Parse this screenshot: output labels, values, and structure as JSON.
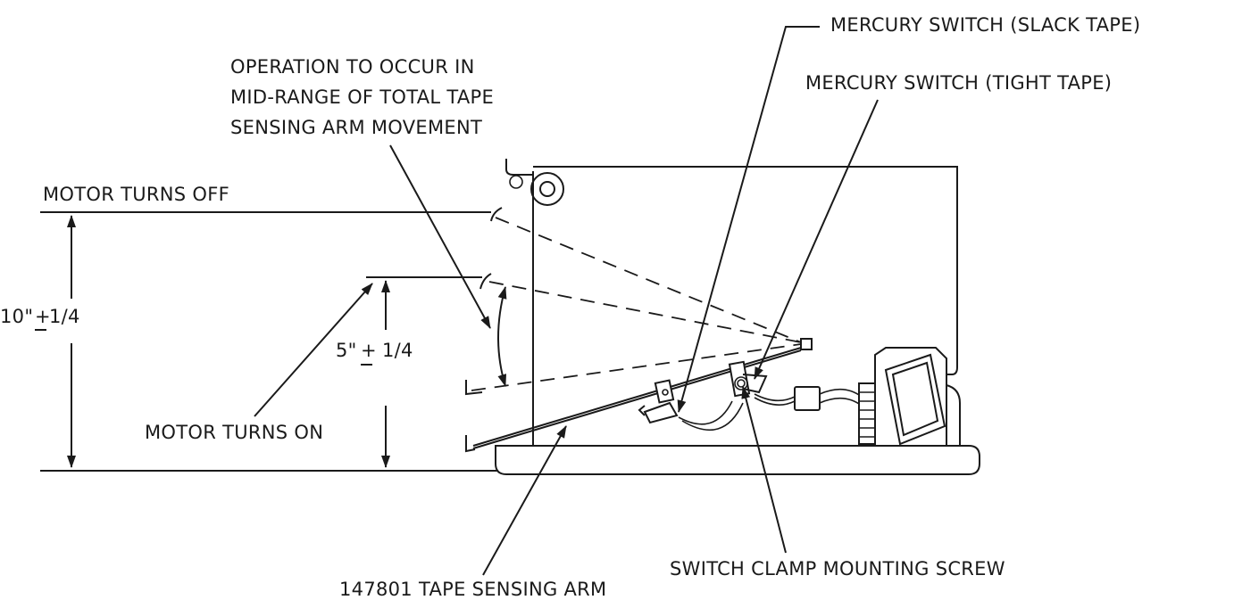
{
  "labels": {
    "slack_switch": "MERCURY SWITCH (SLACK TAPE)",
    "tight_switch": "MERCURY SWITCH (TIGHT TAPE)",
    "operation_line1": "OPERATION TO OCCUR IN",
    "operation_line2": "MID-RANGE OF TOTAL TAPE",
    "operation_line3": "SENSING ARM MOVEMENT",
    "motor_off": "MOTOR TURNS OFF",
    "motor_on": "MOTOR TURNS ON",
    "dim_10_value": "10\"",
    "dim_10_tol": "1/4",
    "dim_5_value": "5\"",
    "dim_5_tol": "1/4",
    "clamp_screw": "SWITCH  CLAMP MOUNTING SCREW",
    "sensing_arm": "147801 TAPE SENSING ARM"
  },
  "colors": {
    "ink": "#1a1a1a",
    "paper": "#ffffff"
  }
}
